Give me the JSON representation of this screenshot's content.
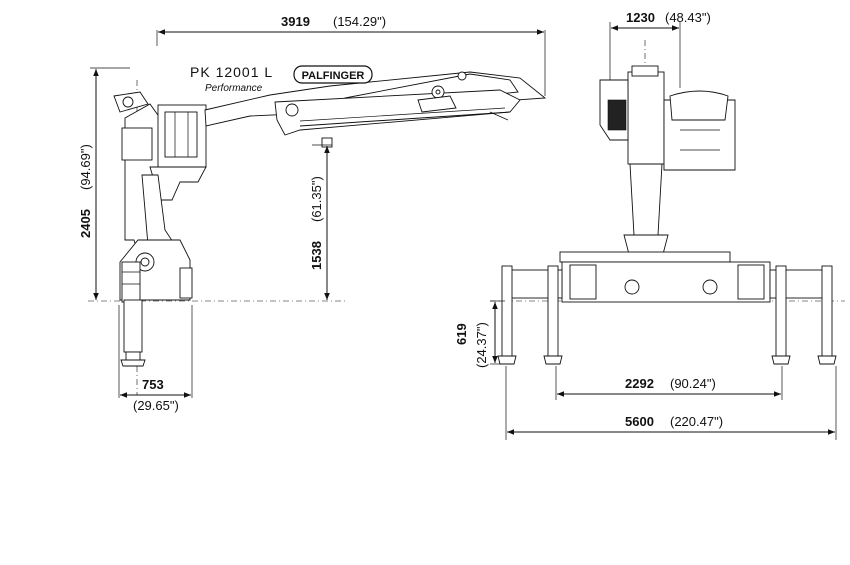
{
  "model": {
    "name": "PK 12001 L",
    "subtitle": "Performance",
    "brand": "PALFINGER"
  },
  "dimensions": {
    "boom_length_mm": "3919",
    "boom_length_in": "(154.29\")",
    "width_mm": "1230",
    "width_in": "(48.43\")",
    "height_mm": "2405",
    "height_in": "(94.69\")",
    "boom_height_mm": "1538",
    "boom_height_in": "(61.35\")",
    "base_width_mm": "753",
    "base_width_in": "(29.65\")",
    "stab_depth_mm": "619",
    "stab_depth_in": "(24.37\")",
    "stab_inner_mm": "2292",
    "stab_inner_in": "(90.24\")",
    "stab_outer_mm": "5600",
    "stab_outer_in": "(220.47\")"
  },
  "colors": {
    "line": "#111111",
    "background": "#ffffff"
  }
}
